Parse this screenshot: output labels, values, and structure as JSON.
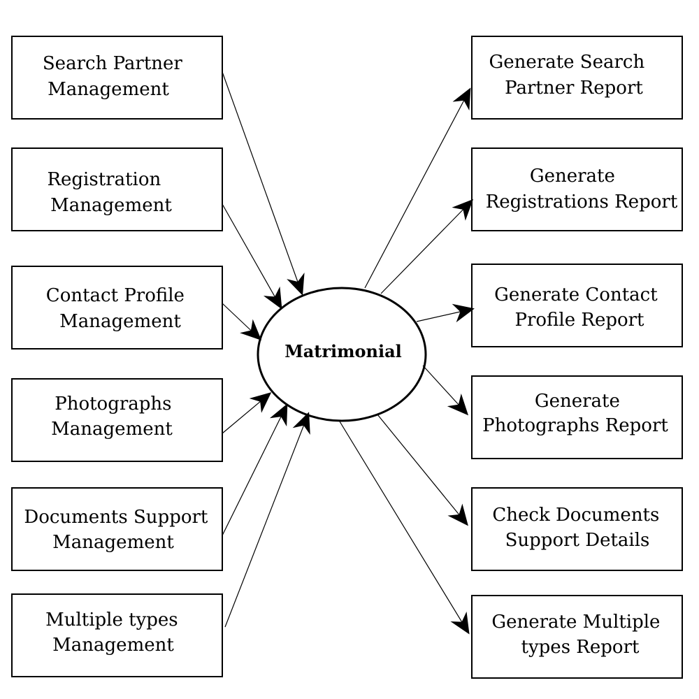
{
  "center": {
    "label": "Matrimonial"
  },
  "inputs": [
    {
      "lines": [
        "Search Partner",
        "Management"
      ]
    },
    {
      "lines": [
        "Registration",
        "Management"
      ]
    },
    {
      "lines": [
        "Contact Profile",
        "Management"
      ]
    },
    {
      "lines": [
        "Photographs",
        "Management"
      ]
    },
    {
      "lines": [
        "Documents Support",
        "Management"
      ]
    },
    {
      "lines": [
        "Multiple types",
        "Management"
      ]
    }
  ],
  "outputs": [
    {
      "lines": [
        "Generate Search",
        "Partner Report"
      ]
    },
    {
      "lines": [
        "Generate",
        "Registrations Report"
      ]
    },
    {
      "lines": [
        "Generate Contact",
        "Profile Report"
      ]
    },
    {
      "lines": [
        "Generate",
        "Photographs Report"
      ]
    },
    {
      "lines": [
        "Check Documents",
        "Support Details"
      ]
    },
    {
      "lines": [
        "Generate Multiple",
        "types Report"
      ]
    }
  ]
}
